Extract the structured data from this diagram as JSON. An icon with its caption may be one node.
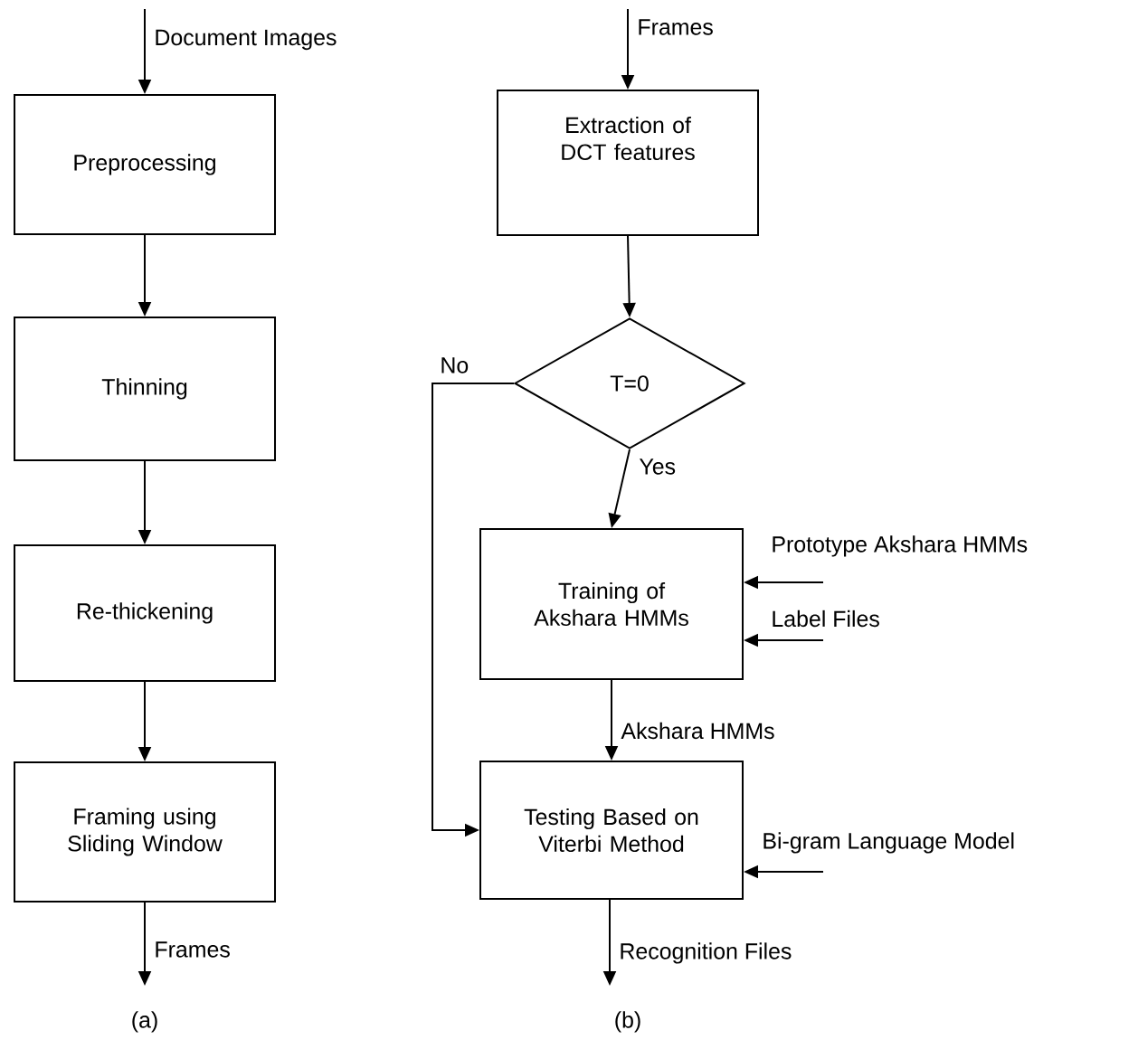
{
  "diagram": {
    "nodes": [
      {
        "text": [
          "Preprocessing"
        ]
      },
      {
        "text": [
          "Thinning"
        ]
      },
      {
        "text": [
          "Re-thickening"
        ]
      },
      {
        "text": [
          "Framing using Sliding Window"
        ]
      },
      {
        "text": [
          "Extraction of DCT features"
        ]
      },
      {
        "text": [
          "T=0"
        ]
      },
      {
        "text": [
          "Training of Akshara HMMs"
        ]
      },
      {
        "text": [
          "Testing Based on Viterbi Method"
        ]
      }
    ],
    "edges": [
      {
        "from": null,
        "to": 0,
        "arrow": "to",
        "label": "Document Images"
      },
      {
        "from": 0,
        "to": 1,
        "arrow": "to"
      },
      {
        "from": 1,
        "to": 2,
        "arrow": "to"
      },
      {
        "from": 2,
        "to": 3,
        "arrow": "to"
      },
      {
        "from": 3,
        "to": null,
        "arrow": "to",
        "label": "Frames"
      },
      {
        "from": null,
        "to": 4,
        "arrow": "to",
        "label": "Frames"
      },
      {
        "from": 4,
        "to": 5,
        "arrow": "to"
      },
      {
        "from": 5,
        "to": 7,
        "arrow": "to",
        "label": "No"
      },
      {
        "from": 5,
        "to": 6,
        "arrow": "to",
        "label": "Yes"
      },
      {
        "from": null,
        "to": 6,
        "arrow": "to",
        "label": "Prototype Akshara HMMs"
      },
      {
        "from": null,
        "to": 6,
        "arrow": "to",
        "label": "Label Files"
      },
      {
        "from": 6,
        "to": 7,
        "arrow": "to",
        "label": "Akshara HMMs"
      },
      {
        "from": null,
        "to": 7,
        "arrow": "to",
        "label": "Bi-gram Language Model"
      },
      {
        "from": 7,
        "to": null,
        "arrow": "to",
        "label": "Recognition Files"
      }
    ],
    "labels": [
      "(a)",
      "(b)"
    ]
  }
}
